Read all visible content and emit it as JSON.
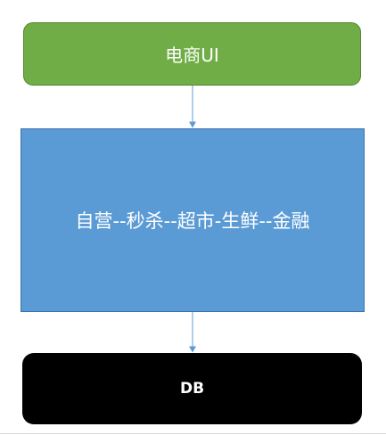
{
  "diagram": {
    "nodes": [
      {
        "id": "ui",
        "label": "电商UI",
        "fill": "#70ad47"
      },
      {
        "id": "services",
        "label": "自营--秒杀--超市-生鲜--金融",
        "fill": "#5b9bd5"
      },
      {
        "id": "db",
        "label": "DB",
        "fill": "#000000"
      }
    ],
    "edges": [
      {
        "from": "ui",
        "to": "services"
      },
      {
        "from": "services",
        "to": "db"
      }
    ],
    "colors": {
      "connector": "#5b9bd5",
      "text": "#ffffff"
    }
  }
}
